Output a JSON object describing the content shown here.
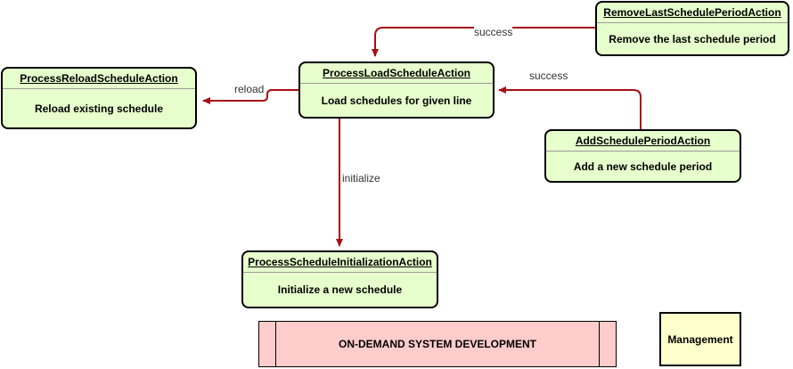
{
  "colors": {
    "node_fill": "#e6ffcc",
    "edge": "#a50f15",
    "legend_pink": "#ffcccc",
    "legend_yellow": "#ffffcc"
  },
  "nodes": {
    "remove_last": {
      "title": "RemoveLastSchedulePeriodAction",
      "desc": "Remove the last schedule period"
    },
    "process_reload": {
      "title": "ProcessReloadScheduleAction",
      "desc": "Reload existing schedule"
    },
    "process_load": {
      "title": "ProcessLoadScheduleAction",
      "desc": "Load schedules for given line"
    },
    "add_period": {
      "title": "AddSchedulePeriodAction",
      "desc": "Add a new schedule period"
    },
    "process_init": {
      "title": "ProcessScheduleInitializationAction",
      "desc": "Initialize a new schedule"
    }
  },
  "edges": {
    "success_top": "success",
    "success_right": "success",
    "reload": "reload",
    "initialize": "initialize"
  },
  "legend": {
    "pink": "ON-DEMAND SYSTEM DEVELOPMENT",
    "yellow": "Management"
  }
}
